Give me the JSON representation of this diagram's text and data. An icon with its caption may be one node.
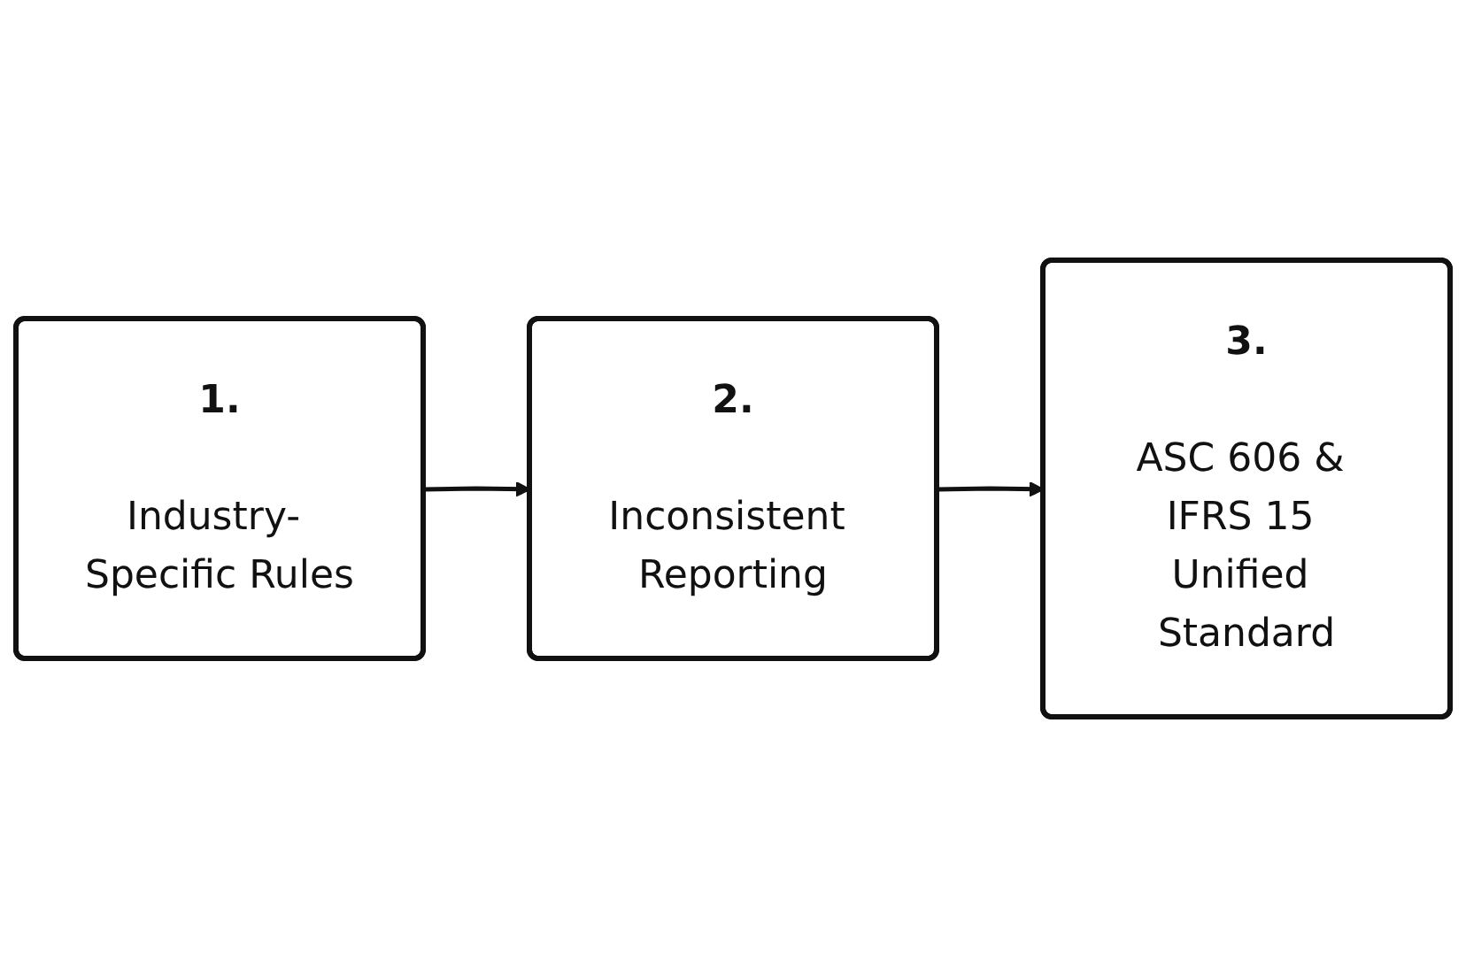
{
  "diagram": {
    "nodes": [
      {
        "text": [
          "1.",
          "Industry- Specific Rules"
        ]
      },
      {
        "text": [
          "2.",
          "Inconsistent Reporting"
        ]
      },
      {
        "text": [
          "3.",
          "ASC 606 & IFRS 15 Unified Standard"
        ]
      }
    ],
    "edges": [
      {
        "from": 0,
        "to": 1,
        "arrow": "to"
      },
      {
        "from": 1,
        "to": 2,
        "arrow": "to"
      }
    ]
  }
}
